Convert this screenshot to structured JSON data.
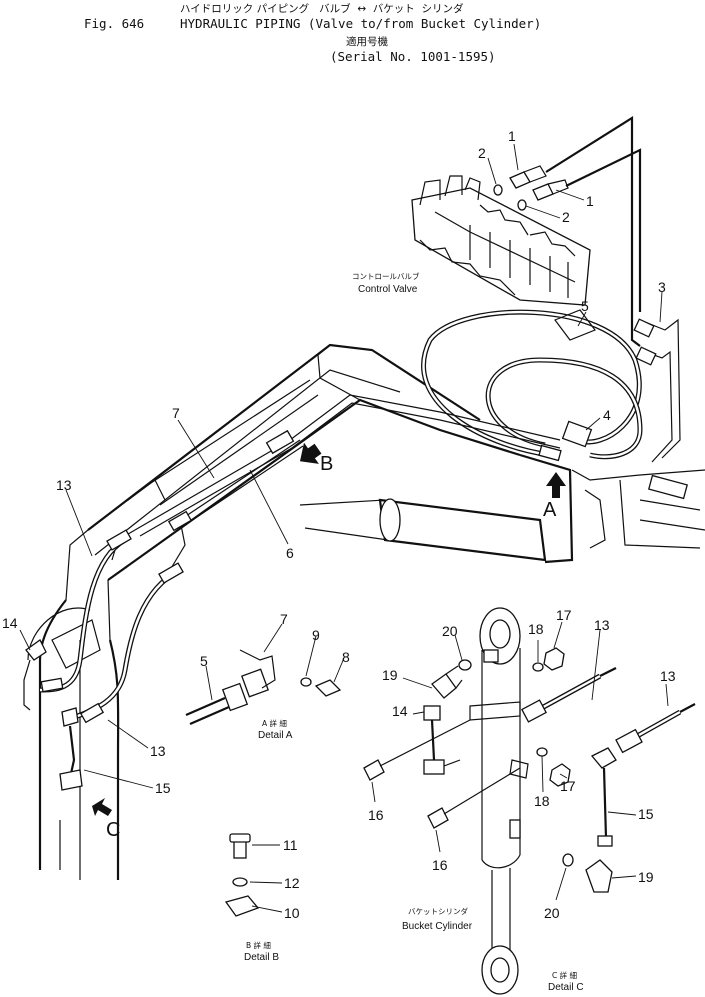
{
  "header": {
    "fig_label": "Fig. 646",
    "title_jp": "ハイドロリック パイピング   バルブ  ↔  バケット  シリンダ",
    "title": "HYDRAULIC PIPING (Valve to/from Bucket Cylinder)",
    "serial_jp": "適用号機",
    "serial": "(Serial No. 1001-1595)"
  },
  "labels": {
    "control_valve_jp": "コントロールバルブ",
    "control_valve": "Control Valve",
    "bucket_cylinder_jp": "バケットシリンダ",
    "bucket_cylinder": "Bucket Cylinder",
    "detail_a_jp": "A 詳 細",
    "detail_a": "Detail A",
    "detail_b_jp": "B 詳 細",
    "detail_b": "Detail B",
    "detail_c_jp": "C 詳 細",
    "detail_c": "Detail C",
    "view_a": "A",
    "view_b": "B",
    "view_c": "C"
  },
  "callouts": {
    "c1a": "1",
    "c1b": "1",
    "c2a": "2",
    "c2b": "2",
    "c3": "3",
    "c4": "4",
    "c5": "5",
    "c5a": "5",
    "c6": "6",
    "c7": "7",
    "c7a": "7",
    "c8": "8",
    "c9": "9",
    "c10": "10",
    "c11": "11",
    "c12": "12",
    "c13a": "13",
    "c13b": "13",
    "c13c": "13",
    "c13d": "13",
    "c14": "14",
    "c14b": "14",
    "c15": "15",
    "c15c": "15",
    "c16a": "16",
    "c16b": "16",
    "c17a": "17",
    "c17b": "17",
    "c18a": "18",
    "c18b": "18",
    "c19a": "19",
    "c19c": "19",
    "c20a": "20",
    "c20c": "20"
  }
}
